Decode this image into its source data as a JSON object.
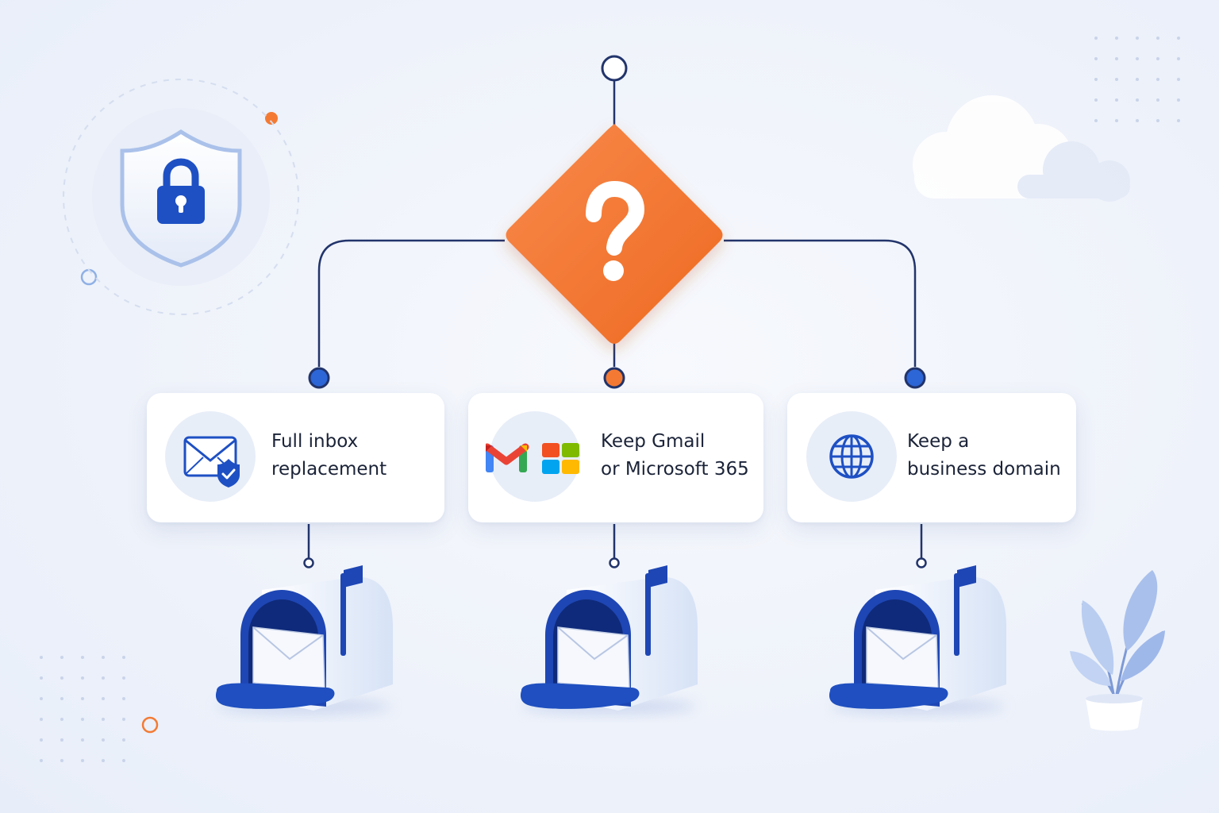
{
  "decision": {
    "icon": "question-mark-icon",
    "color": "#f47a33"
  },
  "options": [
    {
      "line1": "Full inbox",
      "line2": "replacement",
      "icon": "envelope-shield-icon",
      "connector_color": "#2d66d6"
    },
    {
      "line1": "Keep Gmail",
      "line2": "or Microsoft 365",
      "icon": "gmail-microsoft-logos-icon",
      "connector_color": "#f47a33"
    },
    {
      "line1": "Keep a",
      "line2": "business domain",
      "icon": "globe-icon",
      "connector_color": "#2d66d6"
    }
  ],
  "colors": {
    "accent_blue": "#1f4fc0",
    "accent_orange": "#f47a33",
    "line": "#22346b",
    "card_bg": "#ffffff"
  },
  "decorations": [
    "shield-lock-icon",
    "cloud-icon",
    "plant-icon",
    "mailbox-icon"
  ]
}
